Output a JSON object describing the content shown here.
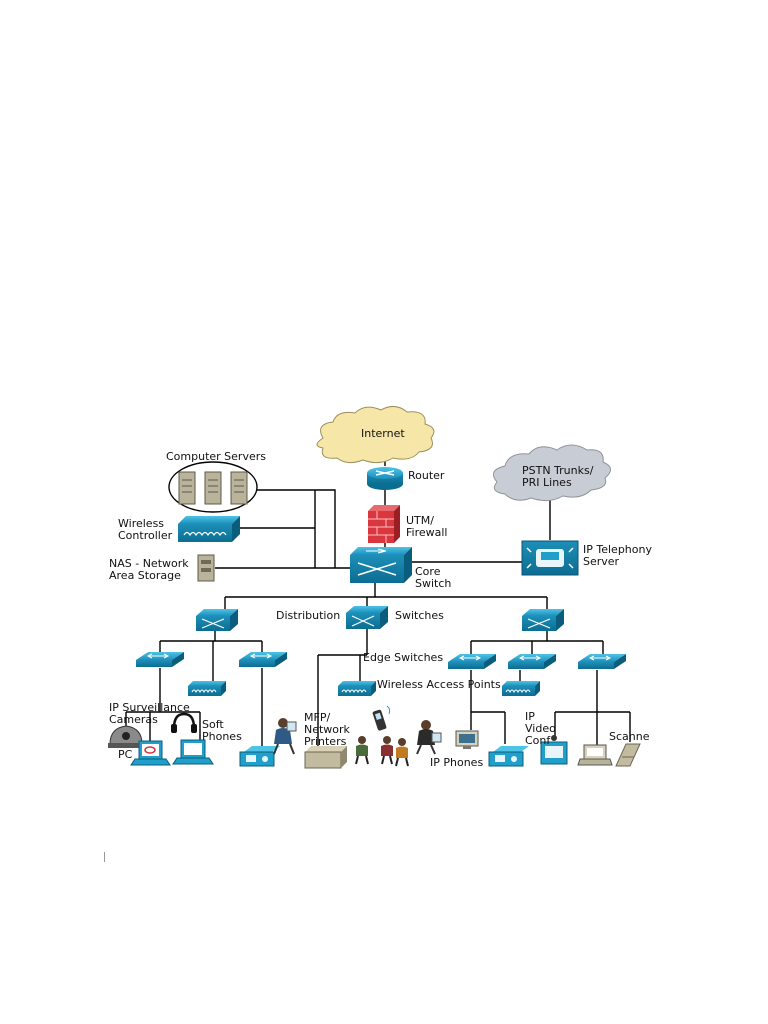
{
  "diagram": {
    "labels": {
      "internet": "Internet",
      "router": "Router",
      "utm_firewall": "UTM/\nFirewall",
      "pstn": "PSTN Trunks/\nPRI Lines",
      "ip_telephony_server": "IP Telephony\nServer",
      "computer_servers": "Computer Servers",
      "wireless_controller": "Wireless\nController",
      "nas": "NAS - Network\nArea Storage",
      "core_switch": "Core\nSwitch",
      "distribution_switches": "Distribution",
      "distribution_switches_2": "Switches",
      "edge_switches": "Edge Switches",
      "wireless_access_points": "Wireless Access Points",
      "ip_surveillance_cameras": "IP Surveillance\nCameras",
      "soft_phones": "Soft\nPhones",
      "pc": "PC",
      "mfp_network_printers": "MFP/\nNetwork\nPrinters",
      "ip_phones": "IP Phones",
      "ip_video_conf": "IP\nVideo\nConf",
      "scanner": "Scanne"
    },
    "colors": {
      "cisco_blue": "#1f9fc9",
      "cisco_dark": "#0b6f93",
      "cloud": "#f6e7a8",
      "pstn_cloud": "#c8ccd4",
      "firewall": "#d9363e",
      "line": "#000000"
    }
  }
}
